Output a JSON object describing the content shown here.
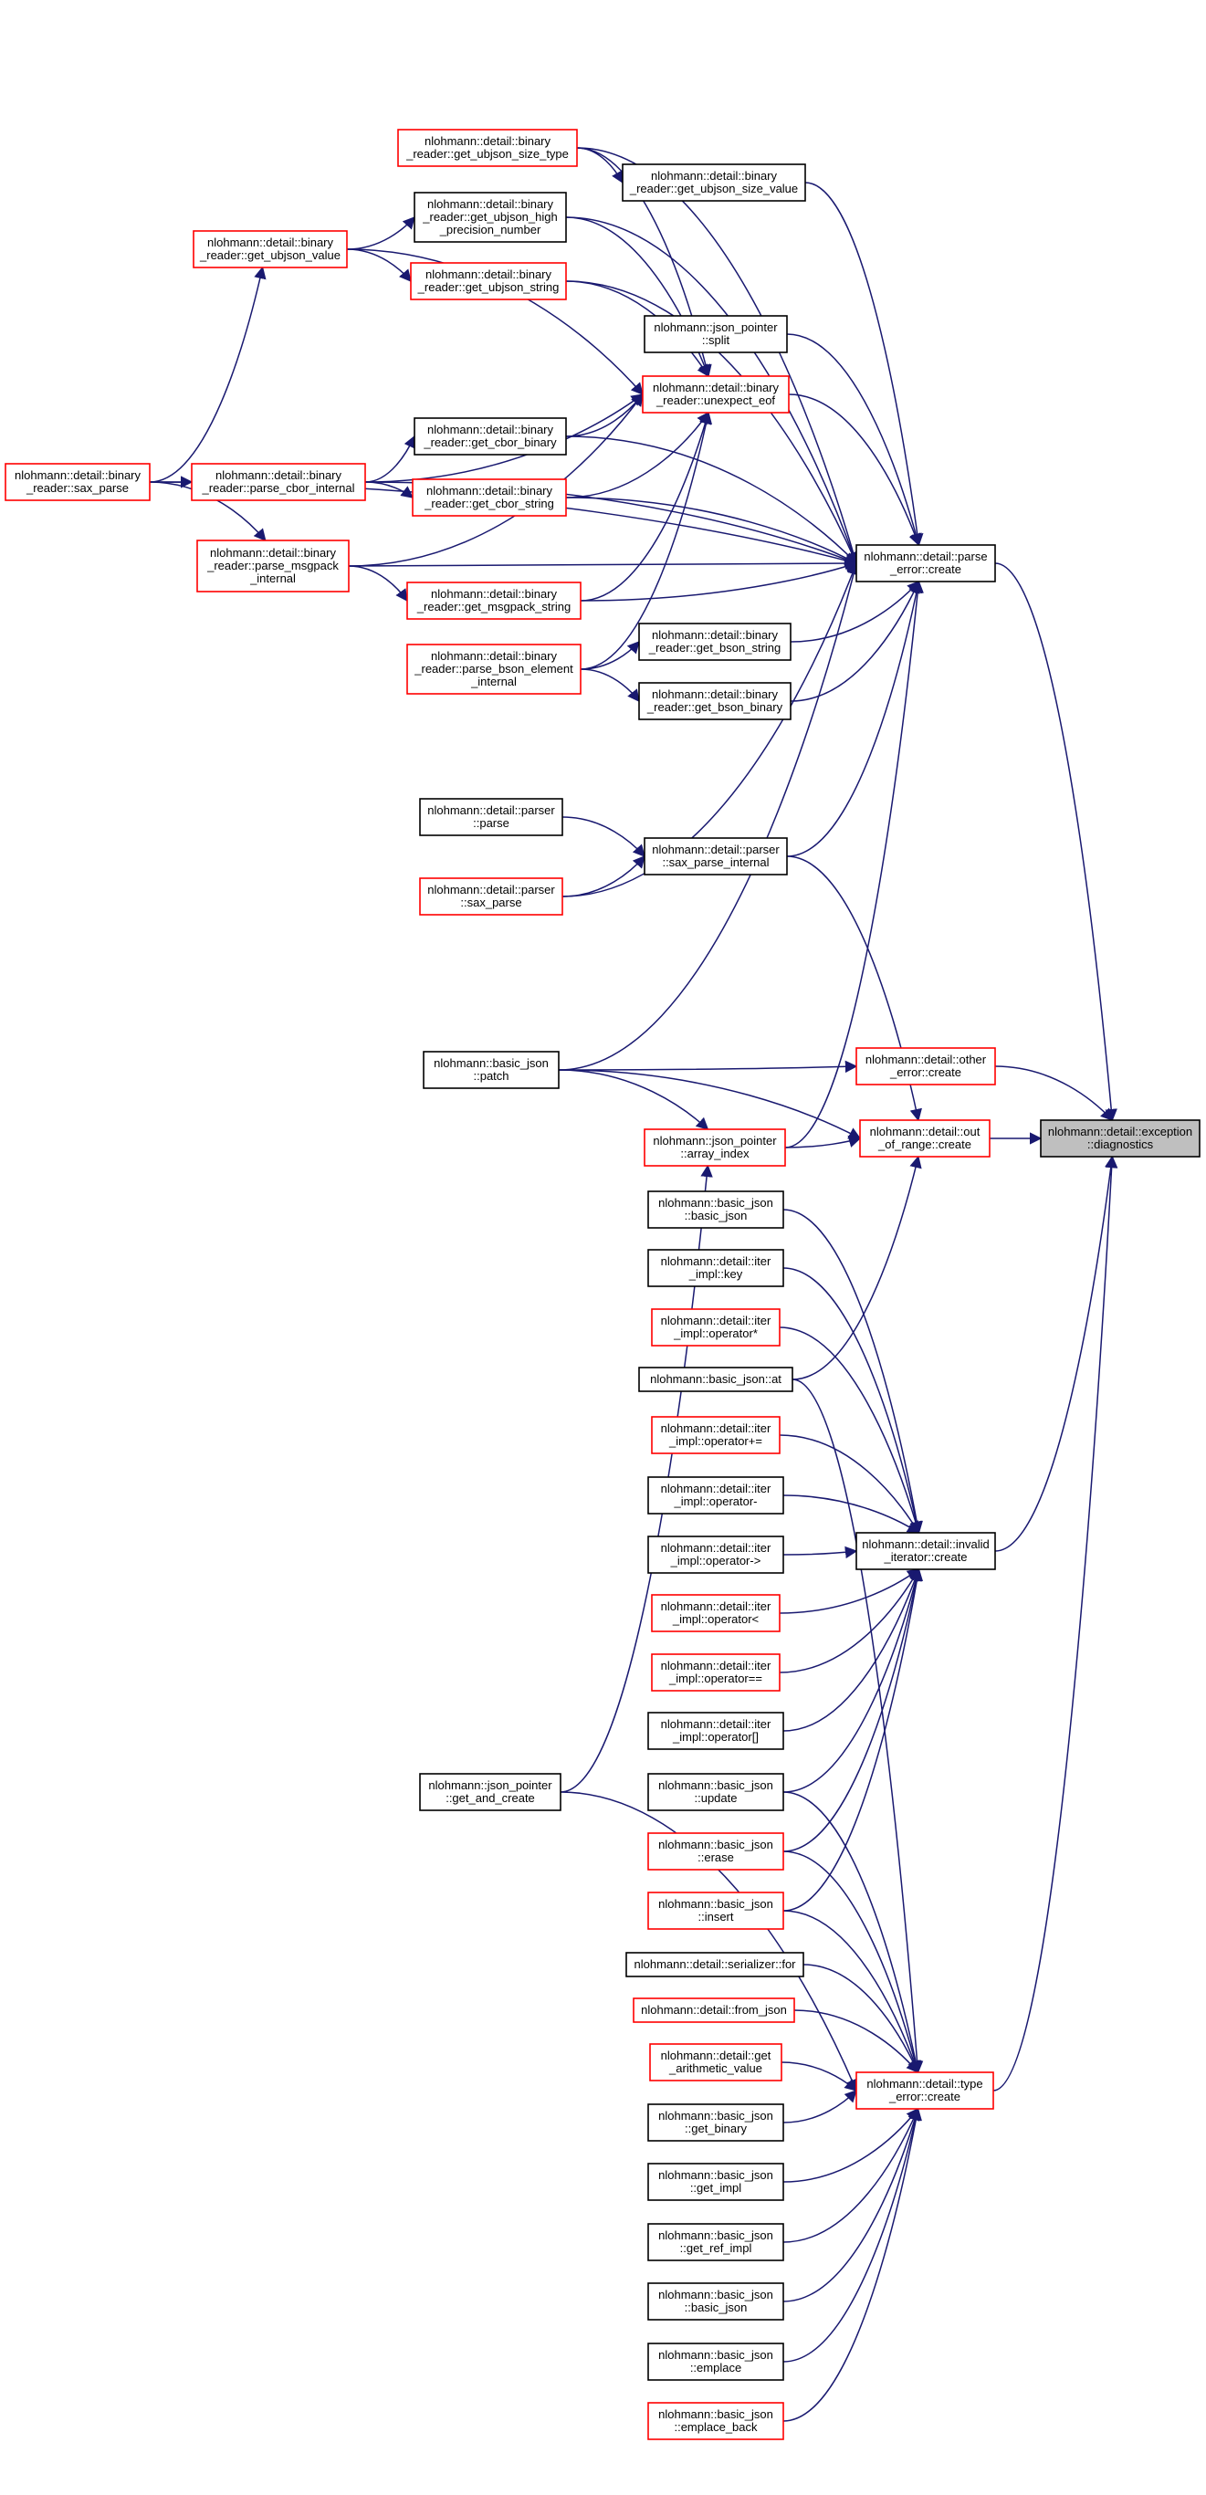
{
  "graph": {
    "colors": {
      "edge": "#191970",
      "node_border": "#000000",
      "truncated_border": "#ff0000",
      "root_fill": "#bfbfbf"
    },
    "nodes": [
      {
        "id": "diagnostics",
        "lines": [
          "nlohmann::detail::exception",
          "::diagnostics"
        ],
        "style": "root"
      },
      {
        "id": "parse_error_create",
        "lines": [
          "nlohmann::detail::parse",
          "_error::create"
        ],
        "style": "normal"
      },
      {
        "id": "other_error_create",
        "lines": [
          "nlohmann::detail::other",
          "_error::create"
        ],
        "style": "truncated"
      },
      {
        "id": "out_of_range_create",
        "lines": [
          "nlohmann::detail::out",
          "_of_range::create"
        ],
        "style": "truncated"
      },
      {
        "id": "invalid_iterator_create",
        "lines": [
          "nlohmann::detail::invalid",
          "_iterator::create"
        ],
        "style": "normal"
      },
      {
        "id": "type_error_create",
        "lines": [
          "nlohmann::detail::type",
          "_error::create"
        ],
        "style": "truncated"
      },
      {
        "id": "get_ubjson_size_type",
        "lines": [
          "nlohmann::detail::binary",
          "_reader::get_ubjson_size_type"
        ],
        "style": "truncated"
      },
      {
        "id": "get_ubjson_size_value",
        "lines": [
          "nlohmann::detail::binary",
          "_reader::get_ubjson_size_value"
        ],
        "style": "normal"
      },
      {
        "id": "get_ubjson_high_precision",
        "lines": [
          "nlohmann::detail::binary",
          "_reader::get_ubjson_high",
          "_precision_number"
        ],
        "style": "normal"
      },
      {
        "id": "get_ubjson_value",
        "lines": [
          "nlohmann::detail::binary",
          "_reader::get_ubjson_value"
        ],
        "style": "truncated"
      },
      {
        "id": "get_ubjson_string",
        "lines": [
          "nlohmann::detail::binary",
          "_reader::get_ubjson_string"
        ],
        "style": "truncated"
      },
      {
        "id": "json_pointer_split",
        "lines": [
          "nlohmann::json_pointer",
          "::split"
        ],
        "style": "normal"
      },
      {
        "id": "unexpect_eof",
        "lines": [
          "nlohmann::detail::binary",
          "_reader::unexpect_eof"
        ],
        "style": "truncated"
      },
      {
        "id": "get_cbor_binary",
        "lines": [
          "nlohmann::detail::binary",
          "_reader::get_cbor_binary"
        ],
        "style": "normal"
      },
      {
        "id": "sax_parse_binary",
        "lines": [
          "nlohmann::detail::binary",
          "_reader::sax_parse"
        ],
        "style": "truncated"
      },
      {
        "id": "parse_cbor_internal",
        "lines": [
          "nlohmann::detail::binary",
          "_reader::parse_cbor_internal"
        ],
        "style": "truncated"
      },
      {
        "id": "get_cbor_string",
        "lines": [
          "nlohmann::detail::binary",
          "_reader::get_cbor_string"
        ],
        "style": "truncated"
      },
      {
        "id": "parse_msgpack_internal",
        "lines": [
          "nlohmann::detail::binary",
          "_reader::parse_msgpack",
          "_internal"
        ],
        "style": "truncated"
      },
      {
        "id": "get_msgpack_string",
        "lines": [
          "nlohmann::detail::binary",
          "_reader::get_msgpack_string"
        ],
        "style": "truncated"
      },
      {
        "id": "parse_bson_element_internal",
        "lines": [
          "nlohmann::detail::binary",
          "_reader::parse_bson_element",
          "_internal"
        ],
        "style": "truncated"
      },
      {
        "id": "get_bson_string",
        "lines": [
          "nlohmann::detail::binary",
          "_reader::get_bson_string"
        ],
        "style": "normal"
      },
      {
        "id": "get_bson_binary",
        "lines": [
          "nlohmann::detail::binary",
          "_reader::get_bson_binary"
        ],
        "style": "normal"
      },
      {
        "id": "parser_parse",
        "lines": [
          "nlohmann::detail::parser",
          "::parse"
        ],
        "style": "normal"
      },
      {
        "id": "sax_parse_internal",
        "lines": [
          "nlohmann::detail::parser",
          "::sax_parse_internal"
        ],
        "style": "normal"
      },
      {
        "id": "parser_sax_parse",
        "lines": [
          "nlohmann::detail::parser",
          "::sax_parse"
        ],
        "style": "truncated"
      },
      {
        "id": "basic_json_patch",
        "lines": [
          "nlohmann::basic_json",
          "::patch"
        ],
        "style": "normal"
      },
      {
        "id": "array_index",
        "lines": [
          "nlohmann::json_pointer",
          "::array_index"
        ],
        "style": "truncated"
      },
      {
        "id": "basic_json_basic_json_1",
        "lines": [
          "nlohmann::basic_json",
          "::basic_json"
        ],
        "style": "normal"
      },
      {
        "id": "iter_impl_key",
        "lines": [
          "nlohmann::detail::iter",
          "_impl::key"
        ],
        "style": "normal"
      },
      {
        "id": "iter_impl_deref",
        "lines": [
          "nlohmann::detail::iter",
          "_impl::operator*"
        ],
        "style": "truncated"
      },
      {
        "id": "basic_json_at",
        "lines": [
          "nlohmann::basic_json::at"
        ],
        "style": "normal"
      },
      {
        "id": "iter_impl_op_pluseq",
        "lines": [
          "nlohmann::detail::iter",
          "_impl::operator+="
        ],
        "style": "truncated"
      },
      {
        "id": "iter_impl_op_minus",
        "lines": [
          "nlohmann::detail::iter",
          "_impl::operator-"
        ],
        "style": "normal"
      },
      {
        "id": "iter_impl_op_arrow",
        "lines": [
          "nlohmann::detail::iter",
          "_impl::operator->"
        ],
        "style": "normal"
      },
      {
        "id": "iter_impl_op_lt",
        "lines": [
          "nlohmann::detail::iter",
          "_impl::operator<"
        ],
        "style": "truncated"
      },
      {
        "id": "iter_impl_op_eqeq",
        "lines": [
          "nlohmann::detail::iter",
          "_impl::operator=="
        ],
        "style": "truncated"
      },
      {
        "id": "iter_impl_op_index",
        "lines": [
          "nlohmann::detail::iter",
          "_impl::operator[]"
        ],
        "style": "normal"
      },
      {
        "id": "basic_json_update",
        "lines": [
          "nlohmann::basic_json",
          "::update"
        ],
        "style": "normal"
      },
      {
        "id": "basic_json_erase",
        "lines": [
          "nlohmann::basic_json",
          "::erase"
        ],
        "style": "truncated"
      },
      {
        "id": "basic_json_insert",
        "lines": [
          "nlohmann::basic_json",
          "::insert"
        ],
        "style": "truncated"
      },
      {
        "id": "json_pointer_get_and_create",
        "lines": [
          "nlohmann::json_pointer",
          "::get_and_create"
        ],
        "style": "normal"
      },
      {
        "id": "serializer_for",
        "lines": [
          "nlohmann::detail::serializer::for"
        ],
        "style": "normal"
      },
      {
        "id": "from_json",
        "lines": [
          "nlohmann::detail::from_json"
        ],
        "style": "truncated"
      },
      {
        "id": "get_arithmetic_value",
        "lines": [
          "nlohmann::detail::get",
          "_arithmetic_value"
        ],
        "style": "truncated"
      },
      {
        "id": "basic_json_get_binary",
        "lines": [
          "nlohmann::basic_json",
          "::get_binary"
        ],
        "style": "normal"
      },
      {
        "id": "basic_json_get_impl",
        "lines": [
          "nlohmann::basic_json",
          "::get_impl"
        ],
        "style": "normal"
      },
      {
        "id": "basic_json_get_ref_impl",
        "lines": [
          "nlohmann::basic_json",
          "::get_ref_impl"
        ],
        "style": "normal"
      },
      {
        "id": "basic_json_basic_json_2",
        "lines": [
          "nlohmann::basic_json",
          "::basic_json"
        ],
        "style": "normal"
      },
      {
        "id": "basic_json_emplace",
        "lines": [
          "nlohmann::basic_json",
          "::emplace"
        ],
        "style": "normal"
      },
      {
        "id": "basic_json_emplace_back",
        "lines": [
          "nlohmann::basic_json",
          "::emplace_back"
        ],
        "style": "truncated"
      }
    ],
    "edges": [
      [
        "parse_error_create",
        "diagnostics"
      ],
      [
        "other_error_create",
        "diagnostics"
      ],
      [
        "out_of_range_create",
        "diagnostics"
      ],
      [
        "invalid_iterator_create",
        "diagnostics"
      ],
      [
        "type_error_create",
        "diagnostics"
      ],
      [
        "get_ubjson_size_type",
        "get_ubjson_size_value"
      ],
      [
        "get_ubjson_size_type",
        "parse_error_create"
      ],
      [
        "get_ubjson_size_value",
        "parse_error_create"
      ],
      [
        "get_ubjson_high_precision",
        "parse_error_create"
      ],
      [
        "get_ubjson_value",
        "get_ubjson_high_precision"
      ],
      [
        "get_ubjson_value",
        "get_ubjson_string"
      ],
      [
        "get_ubjson_value",
        "unexpect_eof"
      ],
      [
        "get_ubjson_string",
        "parse_error_create"
      ],
      [
        "json_pointer_split",
        "parse_error_create"
      ],
      [
        "unexpect_eof",
        "parse_error_create"
      ],
      [
        "get_ubjson_high_precision",
        "unexpect_eof"
      ],
      [
        "get_ubjson_string",
        "unexpect_eof"
      ],
      [
        "get_ubjson_size_type",
        "unexpect_eof"
      ],
      [
        "get_cbor_binary",
        "unexpect_eof"
      ],
      [
        "get_cbor_binary",
        "parse_error_create"
      ],
      [
        "get_cbor_string",
        "unexpect_eof"
      ],
      [
        "get_cbor_string",
        "parse_error_create"
      ],
      [
        "parse_cbor_internal",
        "get_cbor_binary"
      ],
      [
        "parse_cbor_internal",
        "get_cbor_string"
      ],
      [
        "parse_cbor_internal",
        "unexpect_eof"
      ],
      [
        "parse_cbor_internal",
        "parse_error_create"
      ],
      [
        "sax_parse_binary",
        "parse_cbor_internal"
      ],
      [
        "sax_parse_binary",
        "get_ubjson_value"
      ],
      [
        "sax_parse_binary",
        "parse_msgpack_internal"
      ],
      [
        "sax_parse_binary",
        "parse_error_create"
      ],
      [
        "parse_msgpack_internal",
        "get_msgpack_string"
      ],
      [
        "parse_msgpack_internal",
        "unexpect_eof"
      ],
      [
        "parse_msgpack_internal",
        "parse_error_create"
      ],
      [
        "get_msgpack_string",
        "unexpect_eof"
      ],
      [
        "get_msgpack_string",
        "parse_error_create"
      ],
      [
        "parse_bson_element_internal",
        "get_bson_string"
      ],
      [
        "parse_bson_element_internal",
        "get_bson_binary"
      ],
      [
        "parse_bson_element_internal",
        "unexpect_eof"
      ],
      [
        "get_bson_string",
        "parse_error_create"
      ],
      [
        "get_bson_binary",
        "parse_error_create"
      ],
      [
        "parser_parse",
        "sax_parse_internal"
      ],
      [
        "parser_sax_parse",
        "sax_parse_internal"
      ],
      [
        "sax_parse_internal",
        "parse_error_create"
      ],
      [
        "parser_sax_parse",
        "parse_error_create"
      ],
      [
        "sax_parse_internal",
        "out_of_range_create"
      ],
      [
        "basic_json_patch",
        "parse_error_create"
      ],
      [
        "basic_json_patch",
        "other_error_create"
      ],
      [
        "basic_json_patch",
        "out_of_range_create"
      ],
      [
        "basic_json_patch",
        "array_index"
      ],
      [
        "array_index",
        "out_of_range_create"
      ],
      [
        "array_index",
        "parse_error_create"
      ],
      [
        "basic_json_at",
        "out_of_range_create"
      ],
      [
        "json_pointer_get_and_create",
        "array_index"
      ],
      [
        "json_pointer_get_and_create",
        "type_error_create"
      ],
      [
        "basic_json_basic_json_1",
        "invalid_iterator_create"
      ],
      [
        "iter_impl_key",
        "invalid_iterator_create"
      ],
      [
        "iter_impl_deref",
        "invalid_iterator_create"
      ],
      [
        "basic_json_at",
        "type_error_create"
      ],
      [
        "iter_impl_op_pluseq",
        "invalid_iterator_create"
      ],
      [
        "iter_impl_op_minus",
        "invalid_iterator_create"
      ],
      [
        "iter_impl_op_arrow",
        "invalid_iterator_create"
      ],
      [
        "iter_impl_op_lt",
        "invalid_iterator_create"
      ],
      [
        "iter_impl_op_eqeq",
        "invalid_iterator_create"
      ],
      [
        "iter_impl_op_index",
        "invalid_iterator_create"
      ],
      [
        "basic_json_update",
        "invalid_iterator_create"
      ],
      [
        "basic_json_erase",
        "invalid_iterator_create"
      ],
      [
        "basic_json_insert",
        "invalid_iterator_create"
      ],
      [
        "basic_json_erase",
        "type_error_create"
      ],
      [
        "basic_json_insert",
        "type_error_create"
      ],
      [
        "serializer_for",
        "type_error_create"
      ],
      [
        "from_json",
        "type_error_create"
      ],
      [
        "get_arithmetic_value",
        "type_error_create"
      ],
      [
        "basic_json_get_binary",
        "type_error_create"
      ],
      [
        "basic_json_get_impl",
        "type_error_create"
      ],
      [
        "basic_json_get_ref_impl",
        "type_error_create"
      ],
      [
        "basic_json_basic_json_2",
        "type_error_create"
      ],
      [
        "basic_json_emplace",
        "type_error_create"
      ],
      [
        "basic_json_emplace_back",
        "type_error_create"
      ],
      [
        "basic_json_update",
        "type_error_create"
      ]
    ]
  }
}
